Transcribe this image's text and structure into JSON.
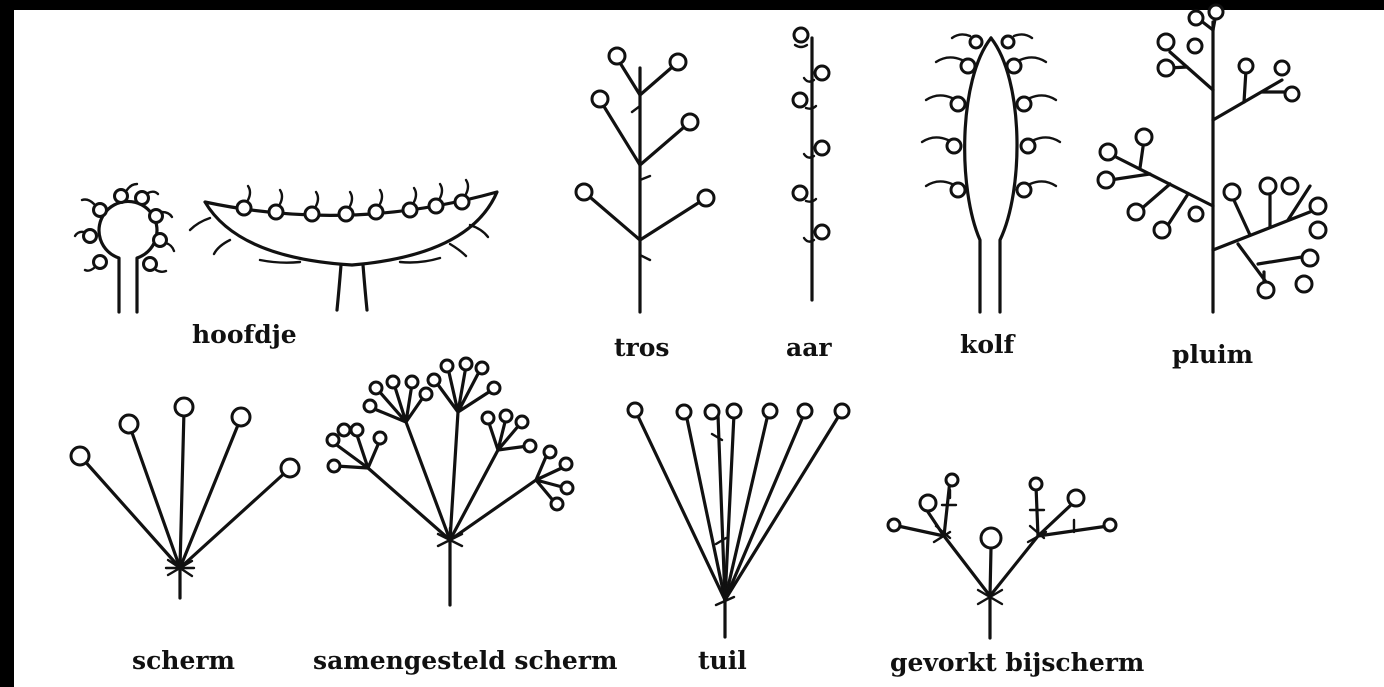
{
  "labels": {
    "hoofdje": "hoofdje",
    "tros": "tros",
    "aar": "aar",
    "kolf": "kolf",
    "pluim": "pluim",
    "scherm": "scherm",
    "samengesteld_scherm": "samengesteld scherm",
    "tuil": "tuil",
    "gevorkt_bijscherm": "gevorkt bijscherm"
  }
}
